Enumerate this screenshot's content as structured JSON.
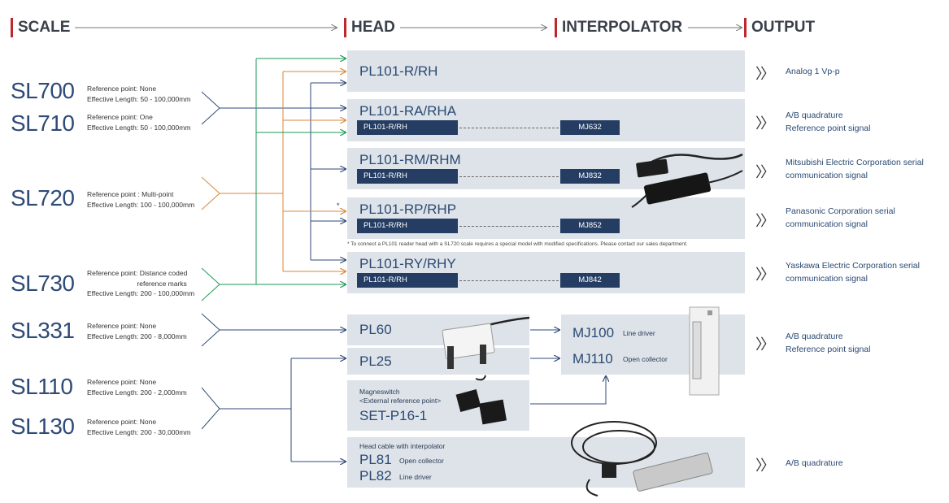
{
  "headers": {
    "scale": "SCALE",
    "head": "HEAD",
    "interpolator": "INTERPOLATOR",
    "output": "OUTPUT"
  },
  "scales": [
    {
      "name": "SL700",
      "desc": "Reference point: None\nEffective Length: 50 - 100,000mm"
    },
    {
      "name": "SL710",
      "desc": "Reference point: One\nEffective Length: 50 - 100,000mm"
    },
    {
      "name": "SL720",
      "desc": "Reference point : Multi-point\nEffective Length: 100 - 100,000mm"
    },
    {
      "name": "SL730",
      "desc": "Reference point: Distance coded\n                          reference marks\nEffective Length: 200 - 100,000mm"
    },
    {
      "name": "SL331",
      "desc": "Reference point: None\nEffective Length: 200 - 8,000mm"
    },
    {
      "name": "SL110",
      "desc": "Reference point: None\nEffective Length: 200 - 2,000mm"
    },
    {
      "name": "SL130",
      "desc": "Reference point: None\nEffective Length: 200 - 30,000mm"
    }
  ],
  "heads": {
    "rrh": "PL101-R/RH",
    "ra": {
      "name": "PL101-RA/RHA",
      "sub": "PL101-R/RH",
      "interp": "MJ632"
    },
    "rm": {
      "name": "PL101-RM/RHM",
      "sub": "PL101-R/RH",
      "interp": "MJ832"
    },
    "rp": {
      "name": "PL101-RP/RHP",
      "sub": "PL101-R/RH",
      "interp": "MJ852",
      "mark": "*"
    },
    "ry": {
      "name": "PL101-RY/RHY",
      "sub": "PL101-R/RH",
      "interp": "MJ842"
    },
    "pl60": "PL60",
    "pl25": "PL25",
    "set": {
      "line1": "Magneswitch",
      "line2": "<External reference point>",
      "name": "SET-P16-1"
    },
    "pl8x": {
      "caption": "Head cable with interpolator",
      "pl81": "PL81",
      "pl81_type": "Open collector",
      "pl82": "PL82",
      "pl82_type": "Line driver"
    }
  },
  "interp_box": {
    "mj100": "MJ100",
    "mj100_type": "Line driver",
    "mj110": "MJ110",
    "mj110_type": "Open collector"
  },
  "note": "* To connect a PL101 reader head with a SL720 scale requires a special model with modified specifications. Please contact our sales department.",
  "outputs": [
    "Analog 1 Vp-p",
    "A/B quadrature\nReference point signal",
    "Mitsubishi Electric Corporation serial\ncommunication signal",
    "Panasonic Corporation serial\ncommunication signal",
    "Yaskawa Electric Corporation serial\ncommunication signal",
    "A/B quadrature\nReference point signal",
    "A/B quadrature"
  ],
  "chevron": "〉〉",
  "colors": {
    "blue": "#2f4a78",
    "green": "#1a9a55",
    "orange": "#d9873a",
    "red": "#c0262d",
    "bar": "#253d63",
    "box": "#dde3e8"
  }
}
